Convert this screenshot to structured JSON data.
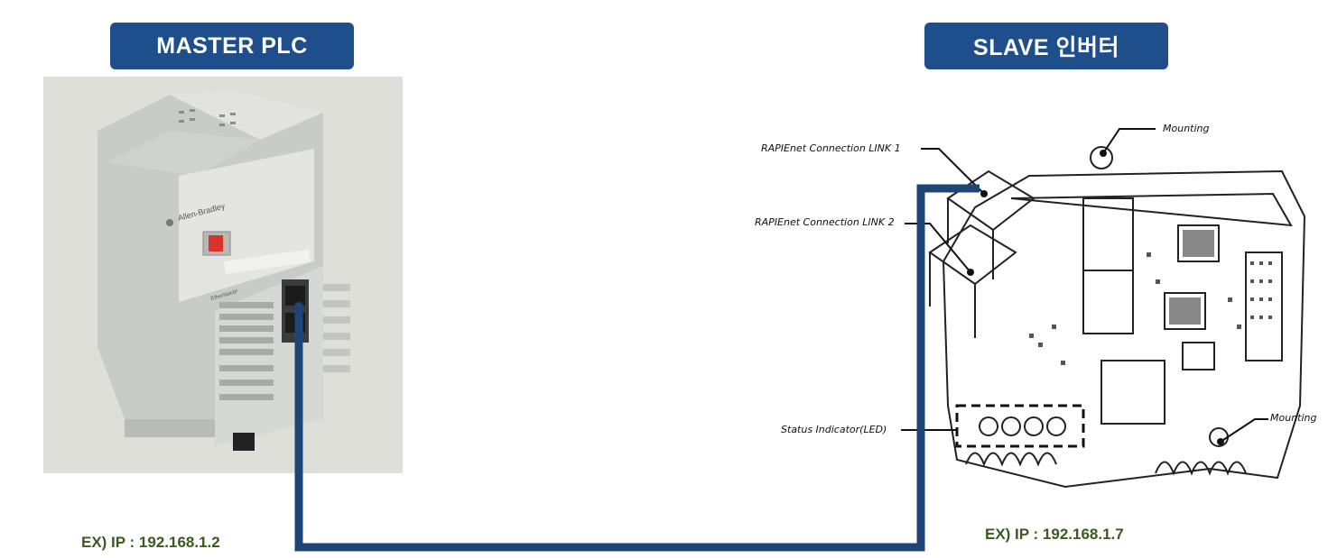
{
  "master": {
    "title": "MASTER PLC",
    "ip": "EX) IP : 192.168.1.2",
    "brand": "Allen-Bradley",
    "port_label": "EtherNet/IP"
  },
  "slave": {
    "title": "SLAVE 인버터",
    "ip": "EX) IP : 192.168.1.7",
    "annotations": {
      "link1": "RAPIEnet Connection LINK 1",
      "link2": "RAPIEnet Connection LINK 2",
      "status": "Status Indicator(LED)",
      "mounting_top": "Mounting",
      "mounting_right": "Mounting"
    }
  },
  "colors": {
    "title_bg": "#1f4e8c",
    "cable": "#1f4578",
    "ip_text": "#3a5a1e"
  }
}
